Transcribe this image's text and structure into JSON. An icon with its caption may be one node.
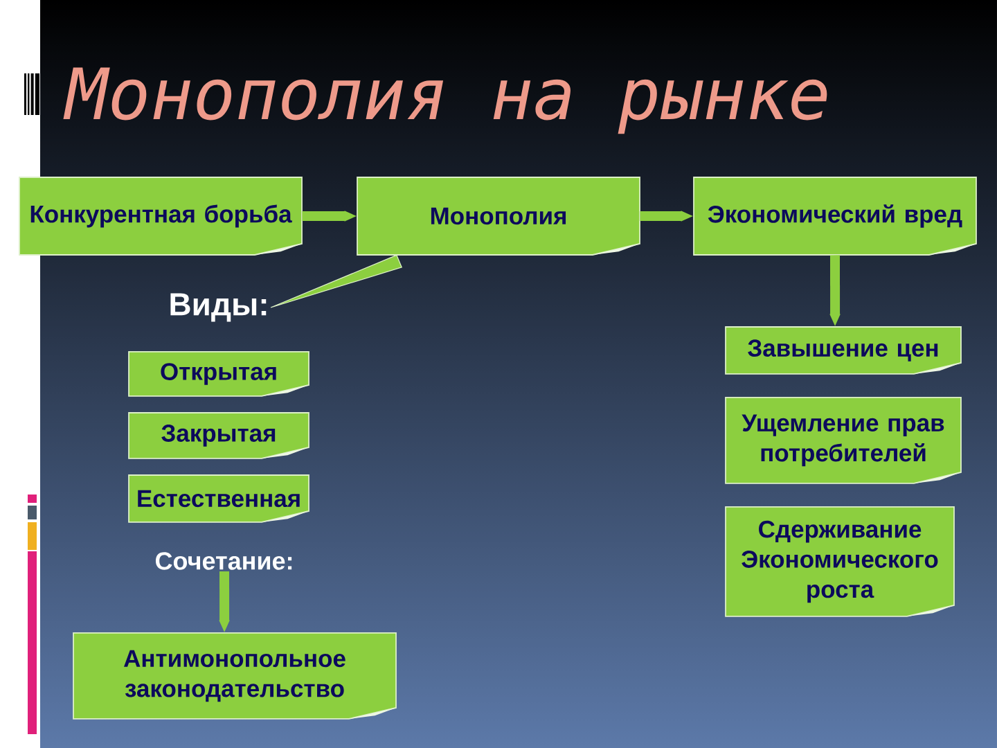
{
  "diagram": {
    "title": "Монополия на рынке",
    "nodes": [
      {
        "text": [
          "Конкурентная борьба"
        ]
      },
      {
        "text": [
          "Монополия"
        ]
      },
      {
        "text": [
          "Экономический вред"
        ]
      },
      {
        "text": [
          "Виды:"
        ]
      },
      {
        "text": [
          "Открытая"
        ]
      },
      {
        "text": [
          "Закрытая"
        ]
      },
      {
        "text": [
          "Естественная"
        ]
      },
      {
        "text": [
          "Сочетание:"
        ]
      },
      {
        "text": [
          "Антимонопольное законодательство"
        ]
      },
      {
        "text": [
          "Завышение цен"
        ]
      },
      {
        "text": [
          "Ущемление прав потребителей"
        ]
      },
      {
        "text": [
          "Сдерживание Экономического роста"
        ]
      }
    ],
    "edges": [
      {
        "from": 0,
        "to": 1,
        "arrow": "to"
      },
      {
        "from": 1,
        "to": 2,
        "arrow": "to"
      },
      {
        "from": 1,
        "to": 3,
        "arrow": "to"
      },
      {
        "from": 2,
        "to": 9,
        "arrow": "to"
      },
      {
        "from": 7,
        "to": 8,
        "arrow": "to"
      }
    ]
  }
}
